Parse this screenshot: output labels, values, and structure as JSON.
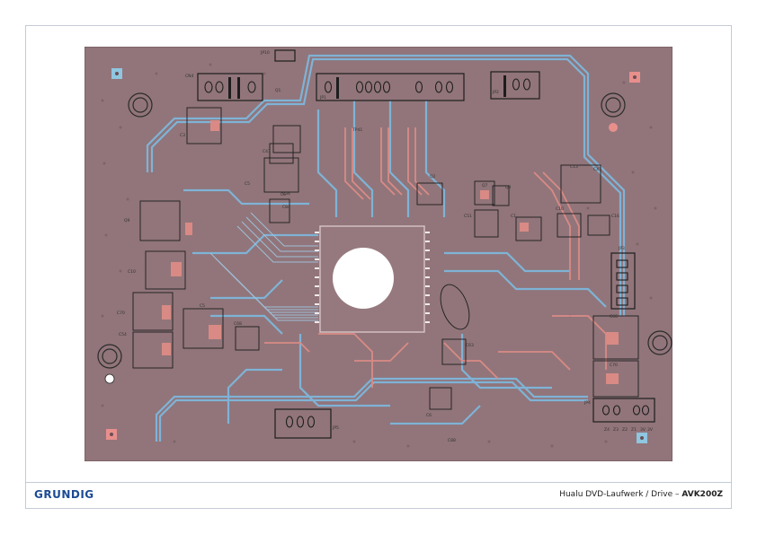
{
  "footer": {
    "brand": "GRUNDIG",
    "title_prefix": "Hualu DVD-Laufwerk / Drive – ",
    "title_model": "AVK200Z"
  },
  "board": {
    "labels": [
      "JP10",
      "CN4",
      "Q1",
      "JP1",
      "JP2",
      "C3",
      "TP41",
      "C43",
      "Q2",
      "C5",
      "C6",
      "Q7",
      "Q8",
      "C13",
      "Q9",
      "C51",
      "C1",
      "CX1",
      "C10",
      "C16",
      "JP3",
      "C10",
      "C70",
      "C54",
      "C68",
      "C5",
      "C63",
      "C66",
      "JP4",
      "C70",
      "C6",
      "C36",
      "C84",
      "JP5",
      "C88"
    ],
    "connector_labels": [
      "Z4",
      "Z3",
      "Z2",
      "Z1",
      "3V",
      "3V"
    ]
  }
}
